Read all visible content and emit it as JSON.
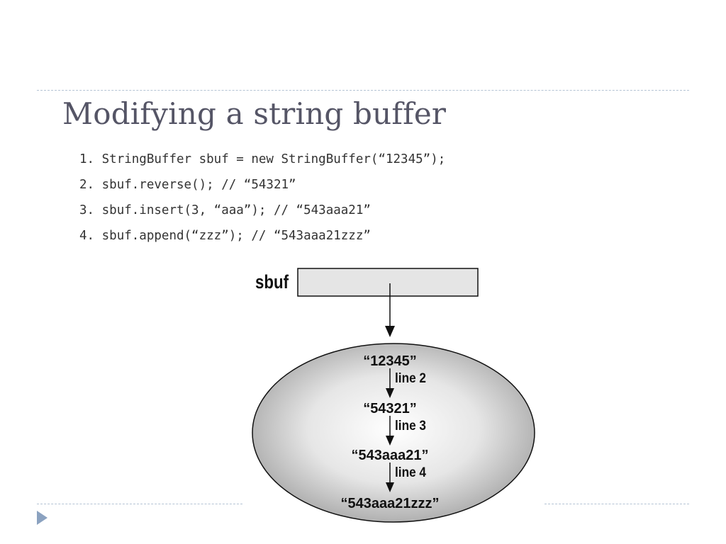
{
  "title": "Modifying a string buffer",
  "code_lines": [
    {
      "num": "1.",
      "text": "StringBuffer sbuf = new StringBuffer(“12345”);"
    },
    {
      "num": "2.",
      "text": "sbuf.reverse(); // “54321”"
    },
    {
      "num": "3.",
      "text": "sbuf.insert(3, “aaa”); // “543aaa21”"
    },
    {
      "num": "4.",
      "text": "sbuf.append(“zzz”); // “543aaa21zzz”"
    }
  ],
  "diagram": {
    "variable_label": "sbuf",
    "states": [
      "“12345”",
      "“54321”",
      "“543aaa21”",
      "“543aaa21zzz”"
    ],
    "transitions": [
      "line 2",
      "line 3",
      "line 4"
    ]
  }
}
